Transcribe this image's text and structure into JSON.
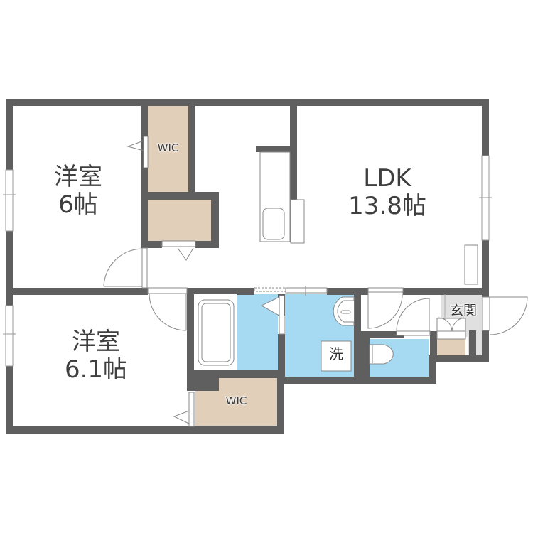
{
  "colors": {
    "wall": "#5f5f5f",
    "closet": "#e2cfba",
    "wet_area": "#a6d9f2",
    "entrance": "#e0e0e0",
    "fixture_line": "#888888",
    "text": "#3f3f3f"
  },
  "rooms": {
    "bedroom1": {
      "name": "洋室",
      "size": "6帖"
    },
    "bedroom2": {
      "name": "洋室",
      "size": "6.1帖"
    },
    "ldk": {
      "name": "LDK",
      "size": "13.8帖"
    },
    "wic1": {
      "name": "WIC"
    },
    "wic2": {
      "name": "WIC"
    },
    "entrance": {
      "name": "玄関"
    },
    "washer": {
      "name": "洗"
    }
  }
}
